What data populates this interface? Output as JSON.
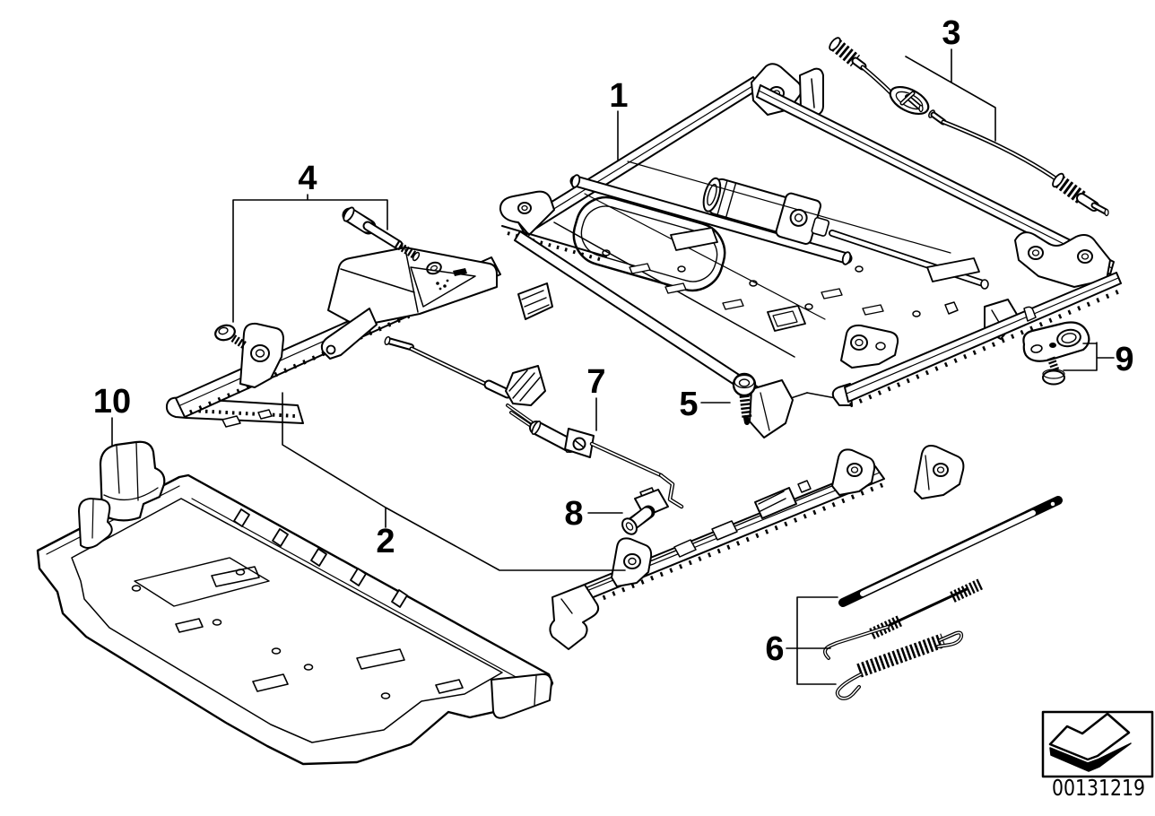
{
  "diagram": {
    "type": "exploded-parts-diagram",
    "subject": "front seat rail mechanism",
    "background_color": "#ffffff",
    "line_color": "#000000",
    "callouts": [
      {
        "label": "1",
        "part": "seat-frame-assembly"
      },
      {
        "label": "2",
        "part": "seat-rail-pair"
      },
      {
        "label": "3",
        "part": "bowden-cables"
      },
      {
        "label": "4",
        "part": "rail-drive-with-fasteners"
      },
      {
        "label": "5",
        "part": "screw"
      },
      {
        "label": "6",
        "part": "spring-and-rod-set"
      },
      {
        "label": "7",
        "part": "connecting-linkage-rod"
      },
      {
        "label": "8",
        "part": "stop-pin"
      },
      {
        "label": "9",
        "part": "link-plate-with-screw"
      },
      {
        "label": "10",
        "part": "seat-pan-bracket"
      }
    ],
    "footer": {
      "image_number": "00131219",
      "icon": "direction-arrow-icon"
    }
  }
}
